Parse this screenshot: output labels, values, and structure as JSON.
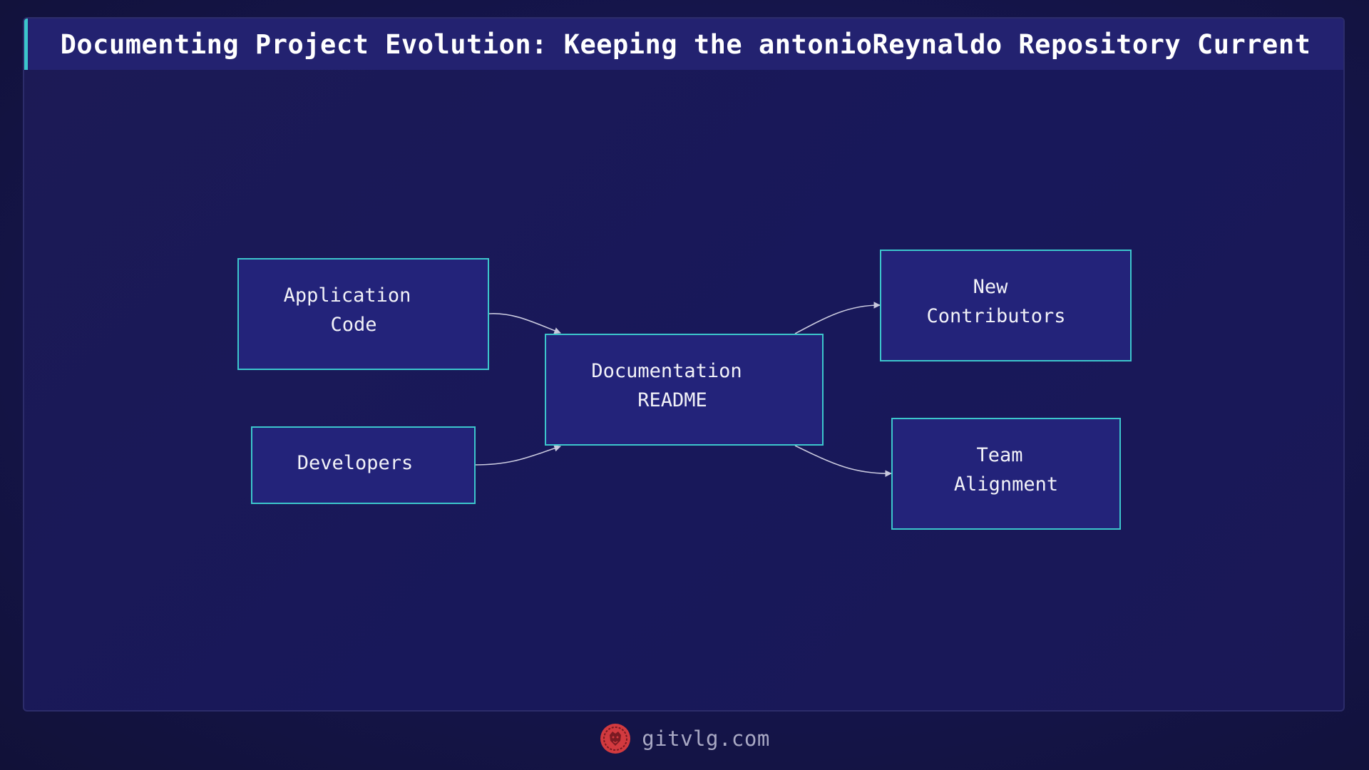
{
  "title": "Documenting Project Evolution: Keeping the antonioReynaldo Repository Current",
  "diagram": {
    "nodes": {
      "application_code": {
        "line1": "Application",
        "line2": "Code"
      },
      "developers": {
        "line1": "Developers"
      },
      "documentation": {
        "line1": "Documentation",
        "line2": "README"
      },
      "new_contributors": {
        "line1": "New",
        "line2": "Contributors"
      },
      "team_alignment": {
        "line1": "Team",
        "line2": "Alignment"
      }
    },
    "edges": [
      {
        "from": "application_code",
        "to": "documentation"
      },
      {
        "from": "developers",
        "to": "documentation"
      },
      {
        "from": "documentation",
        "to": "new_contributors"
      },
      {
        "from": "documentation",
        "to": "team_alignment"
      }
    ]
  },
  "footer": {
    "site": "gitvlg.com",
    "logo_icon": "lion-icon",
    "logo_color": "#d23a3f"
  },
  "colors": {
    "accent": "#3cc6cc",
    "node_fill": "#23237a",
    "title_bar": "#232270"
  }
}
